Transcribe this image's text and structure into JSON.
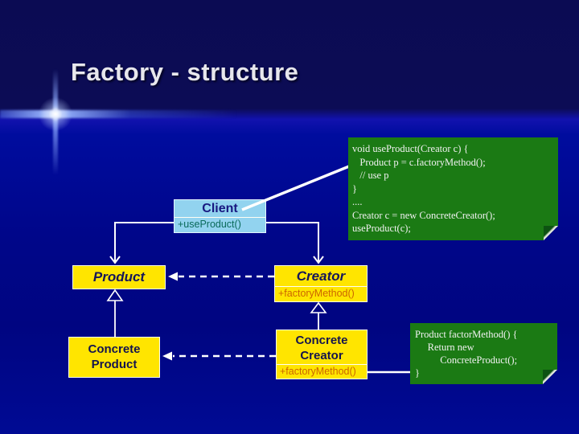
{
  "slide": {
    "title": "Factory - structure"
  },
  "diagram": {
    "client": {
      "name": "Client",
      "method": "+useProduct()"
    },
    "product": {
      "name": "Product"
    },
    "creator": {
      "name": "Creator",
      "method": "+factoryMethod()"
    },
    "concrete_product": {
      "name_line1": "Concrete",
      "name_line2": "Product"
    },
    "concrete_creator": {
      "name_line1": "Concrete",
      "name_line2": "Creator",
      "method": "+factoryMethod()"
    }
  },
  "notes": {
    "use_product": {
      "lines": [
        "void useProduct(Creator c) {",
        "   Product p = c.factoryMethod();",
        "   // use p",
        "}",
        "....",
        "Creator c = new ConcreteCreator();",
        "useProduct(c);"
      ]
    },
    "factory_method": {
      "lines": [
        "Product factorMethod() {",
        "     Return new",
        "          ConcreteProduct();",
        "}"
      ]
    }
  },
  "colors": {
    "class_fill_yellow": "#ffe500",
    "client_fill_blue": "#92d3ef",
    "note_green": "#1b7a14",
    "method_orange": "#cc6600",
    "method_teal": "#0a6a5a",
    "background_navy": "#0b0b53",
    "connector_white": "#ffffff"
  }
}
